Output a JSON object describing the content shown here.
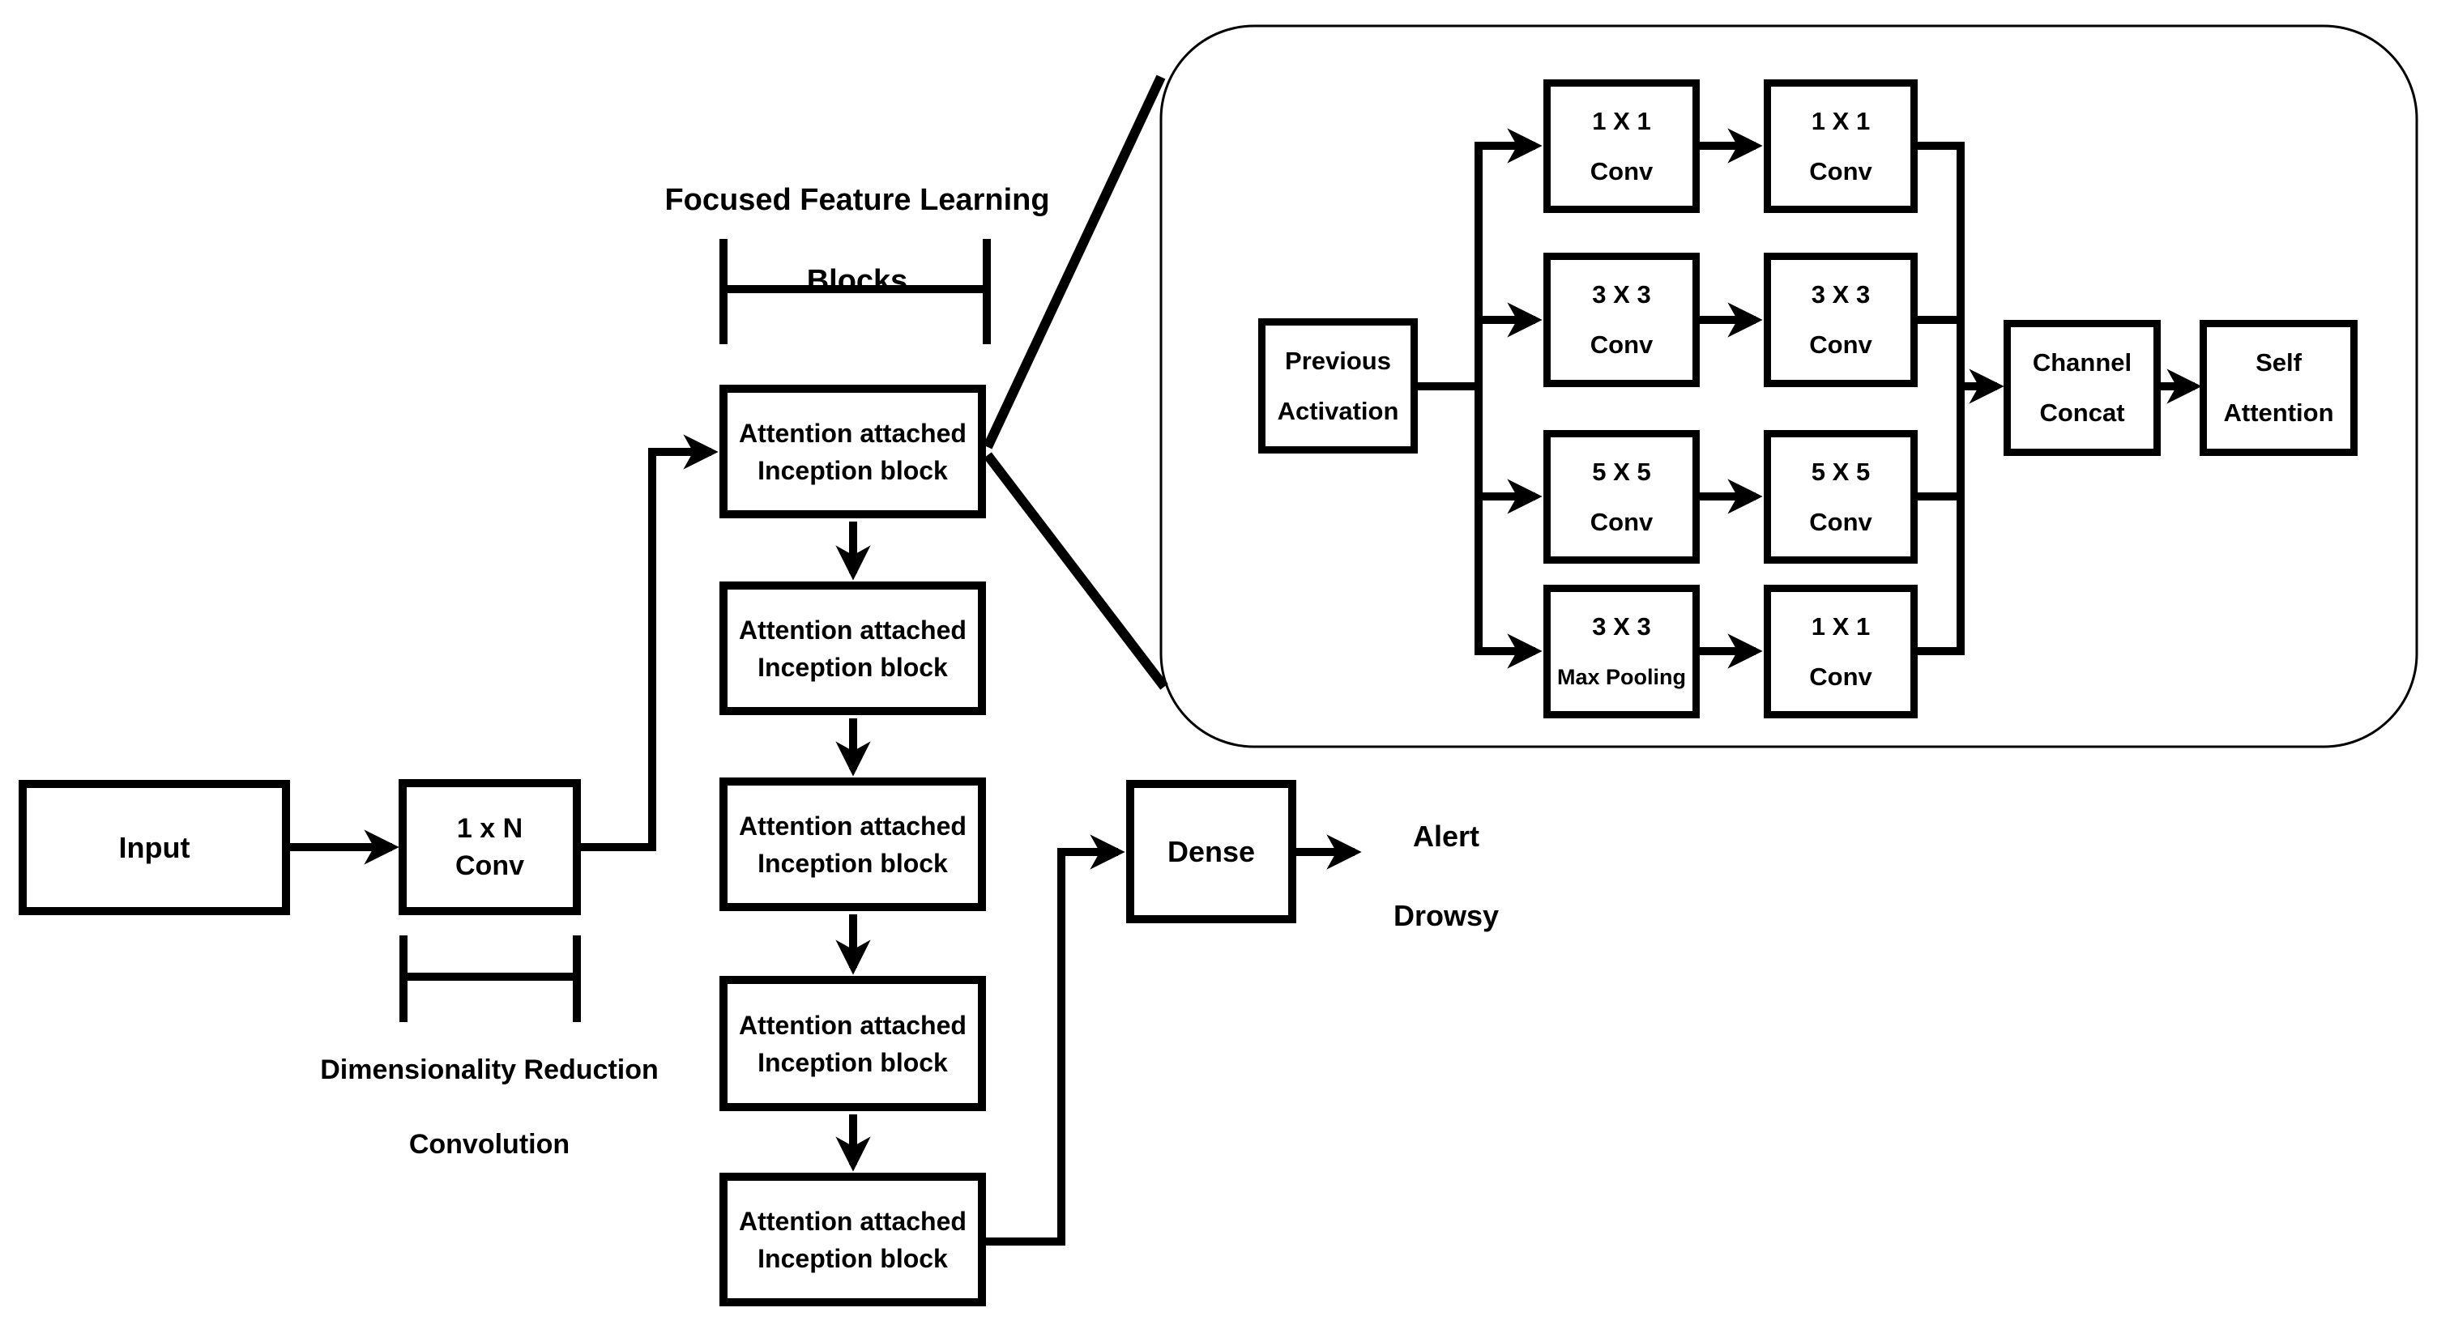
{
  "diagram": {
    "title_annotation": {
      "line1": "Focused Feature Learning",
      "line2": "Blocks"
    },
    "main_flow": {
      "input_label": "Input",
      "reduction_conv": {
        "line1": "1 x N",
        "line2": "Conv"
      },
      "inception_blocks": [
        {
          "line1": "Attention attached",
          "line2": "Inception block"
        },
        {
          "line1": "Attention attached",
          "line2": "Inception block"
        },
        {
          "line1": "Attention attached",
          "line2": "Inception block"
        },
        {
          "line1": "Attention attached",
          "line2": "Inception block"
        },
        {
          "line1": "Attention attached",
          "line2": "Inception block"
        }
      ],
      "dense_label": "Dense",
      "output_classes": {
        "line1": "Alert",
        "line2": "Drowsy"
      },
      "reduction_annotation": {
        "line1": "Dimensionality Reduction",
        "line2": "Convolution"
      }
    },
    "inset": {
      "previous_activation": {
        "line1": "Previous",
        "line2": "Activation"
      },
      "branches": [
        {
          "col1": {
            "line1": "1 X 1",
            "line2": "Conv"
          },
          "col2": {
            "line1": "1 X 1",
            "line2": "Conv"
          }
        },
        {
          "col1": {
            "line1": "3 X 3",
            "line2": "Conv"
          },
          "col2": {
            "line1": "3 X 3",
            "line2": "Conv"
          }
        },
        {
          "col1": {
            "line1": "5 X 5",
            "line2": "Conv"
          },
          "col2": {
            "line1": "5 X 5",
            "line2": "Conv"
          }
        },
        {
          "col1": {
            "line1": "3 X 3",
            "line2": "Max Pooling"
          },
          "col2": {
            "line1": "1 X 1",
            "line2": "Conv"
          }
        }
      ],
      "channel_concat": {
        "line1": "Channel",
        "line2": "Concat"
      },
      "self_attention": {
        "line1": "Self",
        "line2": "Attention"
      }
    },
    "colors": {
      "line": "#000000",
      "box_fill": "#ffffff",
      "background": "#ffffff"
    }
  }
}
